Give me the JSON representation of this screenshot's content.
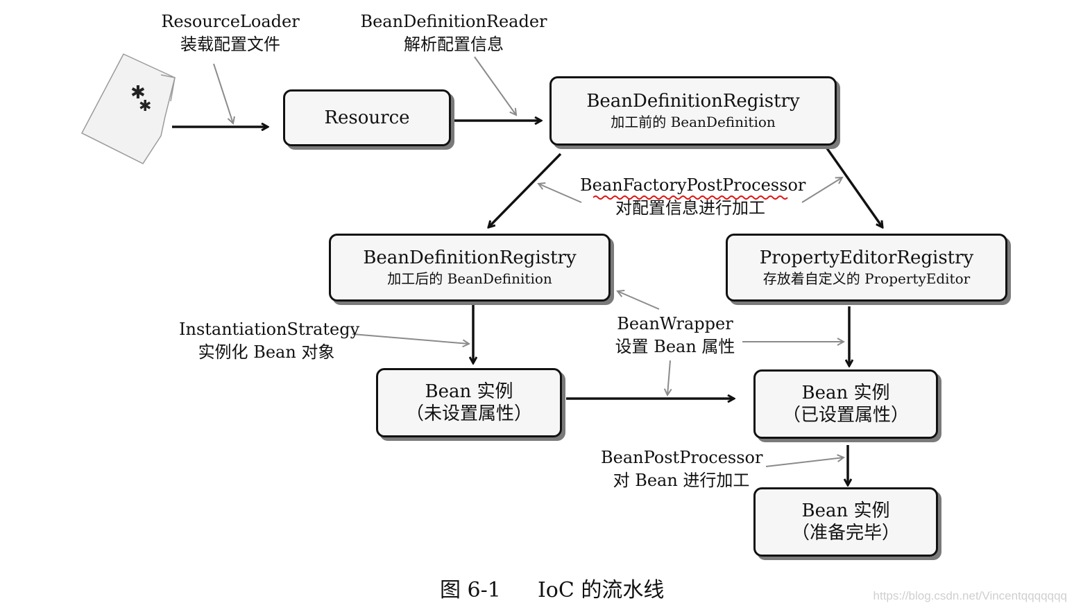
{
  "colors": {
    "box_fill": "#f6f6f6",
    "box_border": "#111111",
    "shadow": "#7a7a7a",
    "primary_arrow": "#111111",
    "secondary_arrow": "#8a8a8a",
    "spellcheck_underline": "#e01010"
  },
  "icons": {
    "config_file": "document-with-asterisks-icon"
  },
  "nodes": {
    "resource": {
      "title": "Resource"
    },
    "registry_before": {
      "title": "BeanDefinitionRegistry",
      "subtitle": "加工前的 BeanDefinition"
    },
    "registry_after": {
      "title": "BeanDefinitionRegistry",
      "subtitle": "加工后的 BeanDefinition"
    },
    "property_editor_registry": {
      "title": "PropertyEditorRegistry",
      "subtitle": "存放着自定义的 PropertyEditor"
    },
    "bean_unset": {
      "title": "Bean 实例",
      "subtitle": "（未设置属性）"
    },
    "bean_set": {
      "title": "Bean 实例",
      "subtitle": "（已设置属性）"
    },
    "bean_ready": {
      "title": "Bean 实例",
      "subtitle": "（准备完毕）"
    }
  },
  "annotations": {
    "resource_loader": {
      "line1": "ResourceLoader",
      "line2": "装载配置文件"
    },
    "bean_definition_reader": {
      "line1": "BeanDefinitionReader",
      "line2": "解析配置信息"
    },
    "bean_factory_post_processor": {
      "line1": "BeanFactoryPostProcessor",
      "line2": "对配置信息进行加工"
    },
    "instantiation_strategy": {
      "line1": "InstantiationStrategy",
      "line2": "实例化 Bean 对象"
    },
    "bean_wrapper": {
      "line1": "BeanWrapper",
      "line2": "设置 Bean 属性"
    },
    "bean_post_processor": {
      "line1": "BeanPostProcessor",
      "line2": "对 Bean 进行加工"
    }
  },
  "caption": {
    "figure_number": "图 6-1",
    "title": "IoC 的流水线"
  },
  "watermark": "https://blog.csdn.net/Vincentqqqqqqq"
}
